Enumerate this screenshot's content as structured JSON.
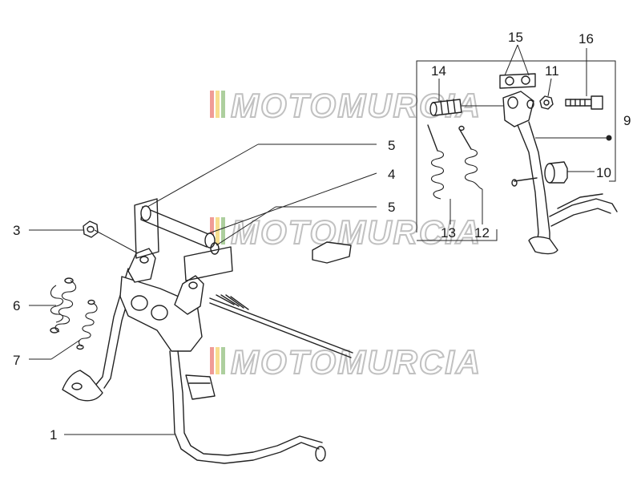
{
  "watermark": {
    "text": "MOTOMURCIA",
    "stripe_colors": [
      "#e34b3f",
      "#f1c232",
      "#6aa84f"
    ]
  },
  "callouts": [
    {
      "id": "1",
      "label": "1"
    },
    {
      "id": "3",
      "label": "3"
    },
    {
      "id": "4",
      "label": "4"
    },
    {
      "id": "5a",
      "label": "5"
    },
    {
      "id": "5b",
      "label": "5"
    },
    {
      "id": "6",
      "label": "6"
    },
    {
      "id": "7",
      "label": "7"
    },
    {
      "id": "9",
      "label": "9"
    },
    {
      "id": "10",
      "label": "10"
    },
    {
      "id": "11",
      "label": "11"
    },
    {
      "id": "12",
      "label": "12"
    },
    {
      "id": "13",
      "label": "13"
    },
    {
      "id": "14",
      "label": "14"
    },
    {
      "id": "15",
      "label": "15"
    },
    {
      "id": "16",
      "label": "16"
    }
  ]
}
